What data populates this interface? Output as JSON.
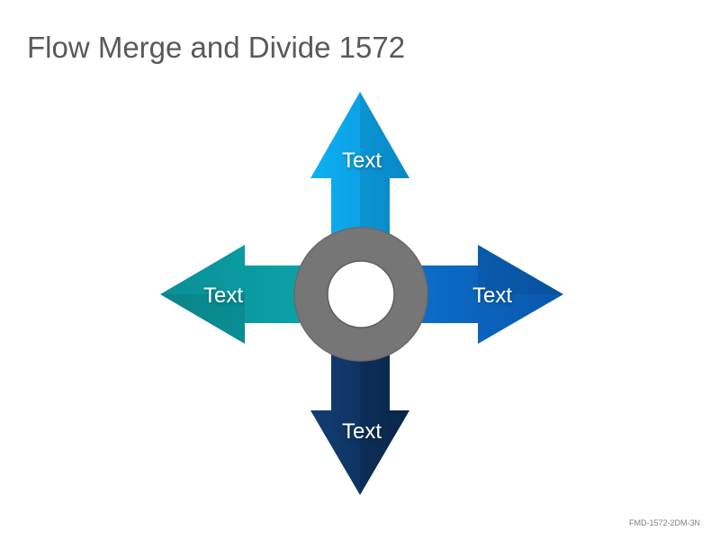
{
  "slide": {
    "title": "Flow Merge and Divide 1572",
    "footer_code": "FMD-1572-2DM-3N"
  },
  "diagram": {
    "arrows": {
      "up": {
        "label": "Text",
        "color": "#0aa4ea"
      },
      "left": {
        "label": "Text",
        "color": "#0a9a9e"
      },
      "right": {
        "label": "Text",
        "color": "#0a64c0"
      },
      "down": {
        "label": "Text",
        "color": "#0e3566"
      }
    },
    "ring_color": "#767676"
  }
}
